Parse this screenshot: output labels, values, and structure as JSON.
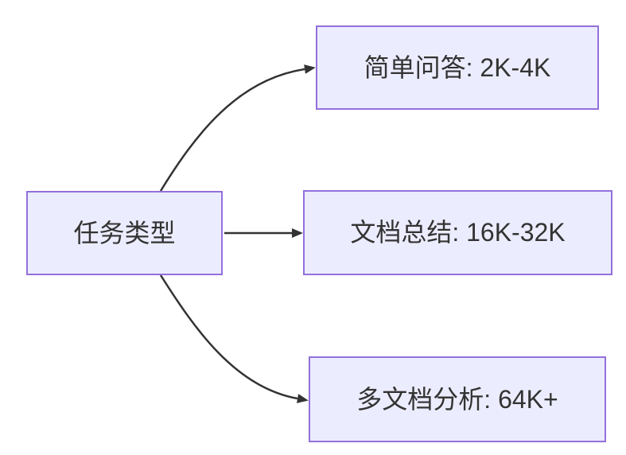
{
  "diagram": {
    "type": "flowchart",
    "direction": "left-to-right",
    "root": {
      "id": "task-type",
      "label": "任务类型"
    },
    "branches": [
      {
        "id": "simple-qa",
        "label": "简单问答: 2K-4K"
      },
      {
        "id": "doc-summary",
        "label": "文档总结: 16K-32K"
      },
      {
        "id": "multi-doc",
        "label": "多文档分析: 64K+"
      }
    ],
    "edges": [
      {
        "from": "task-type",
        "to": "simple-qa"
      },
      {
        "from": "task-type",
        "to": "doc-summary"
      },
      {
        "from": "task-type",
        "to": "multi-doc"
      }
    ],
    "colors": {
      "node_fill": "#ECECFF",
      "node_border": "#9370DB",
      "text": "#333333",
      "arrow": "#333333",
      "background": "#FFFFFF"
    }
  }
}
